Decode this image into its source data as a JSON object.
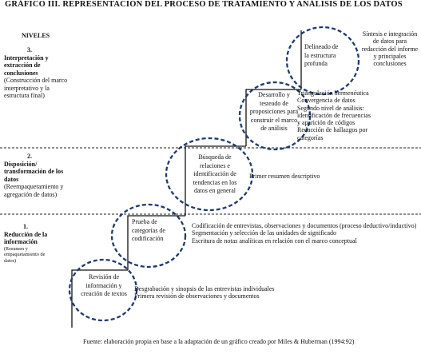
{
  "title": "GRÁFICO III. REPRESENTACIÓN DEL PROCESO DE TRATAMIENTO Y ANÁLISIS DE LOS DATOS",
  "levels_header": "NIVELES",
  "levels": [
    {
      "number": "3.",
      "name": "Interpretación y extracción de conclusiones",
      "detail": "(Construcción del marco interpretativo y la estructura final)"
    },
    {
      "number": "2.",
      "name": "Disposición/ transformación de los datos",
      "detail": "(Reempaquetamiento y agregación de datos)"
    },
    {
      "number": "1.",
      "name": "Reducción de la información",
      "detail": "(Resumen y empaquetamiento de datos)"
    }
  ],
  "steps": [
    {
      "label": "Revisión de información y creación de textos"
    },
    {
      "label": "Prueba de categorías de codificación"
    },
    {
      "label": "Búsqueda de relaciones e identificación de tendencias en los datos en general"
    },
    {
      "label": "Desarrollo y testeado de proposiciones para construir el marco de análisis"
    },
    {
      "label": "Delineado de la estructura profunda"
    }
  ],
  "descriptions": {
    "d0": [
      "Desgrabación y sinopsis de las entrevistas individuales",
      "Primera revisión de observaciones y documentos"
    ],
    "d1": [
      "Codificación de entrevistas, observaciones y documentos (proceso deductivo/inductivo)",
      "Segmentación y selección de las unidades de significado",
      "Escritura de notas analíticas en relación con el marco conceptual"
    ],
    "d2": [
      "Primer resumen descriptivo"
    ],
    "d3": [
      "Triangulación hermenéutica",
      "Convergencia de datos",
      "Segundo nivel de análisis:",
      "identificación de frecuencias",
      "y aparición de códigos",
      "Redacción de hallazgos por",
      "categorías"
    ],
    "d4": [
      "Síntesis e integración de datos para redacción del informe y principales conclusiones"
    ]
  },
  "source": "Fuente: elaboración propia en base a la adaptación de un gráfico creado por Miles & Huberman (1994:92)"
}
